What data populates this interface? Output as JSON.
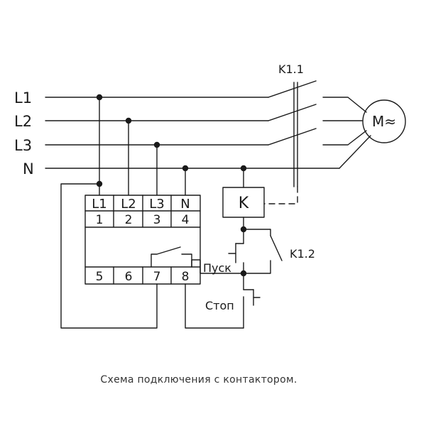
{
  "lines": [
    "L1",
    "L2",
    "L3",
    "N"
  ],
  "relay": {
    "top_terminals": [
      "L1",
      "L2",
      "L3",
      "N"
    ],
    "top_numbers": [
      "1",
      "2",
      "3",
      "4"
    ],
    "bottom_numbers": [
      "5",
      "6",
      "7",
      "8"
    ]
  },
  "contactor": {
    "coil_label": "K",
    "main_contact_label": "K1.1",
    "aux_contact_label": "K1.2"
  },
  "motor": {
    "label": "M≈"
  },
  "buttons": {
    "start_label": "Пуск",
    "stop_label": "Стоп"
  },
  "caption": "Схема подключения с контактором.",
  "colors": {
    "line": "#1a1a1a",
    "text": "#1a1a1a",
    "caption": "#333333",
    "background": "#ffffff"
  }
}
